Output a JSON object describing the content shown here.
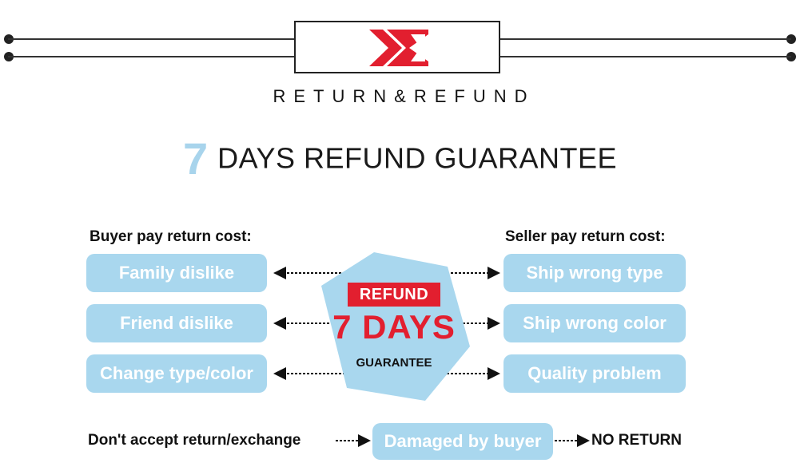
{
  "header": {
    "brand_subtitle": "RETURN&REFUND",
    "logo_color": "#e21f2f"
  },
  "headline": {
    "number": "7",
    "text": "DAYS REFUND GUARANTEE"
  },
  "buyer": {
    "label": "Buyer pay return cost:",
    "items": [
      "Family dislike",
      "Friend dislike",
      "Change type/color"
    ]
  },
  "seller": {
    "label": "Seller pay return cost:",
    "items": [
      "Ship wrong type",
      "Ship wrong color",
      "Quality problem"
    ]
  },
  "badge": {
    "refund": "REFUND",
    "days": "7 DAYS",
    "guarantee": "GUARANTEE",
    "fill_color": "#a9d7ee",
    "accent_color": "#e21f2f"
  },
  "bottom": {
    "no_accept": "Don't accept return/exchange",
    "damaged": "Damaged by buyer",
    "no_return": "NO RETURN"
  },
  "colors": {
    "pill": "#a9d7ee",
    "headline_number": "#a8d4ec"
  }
}
